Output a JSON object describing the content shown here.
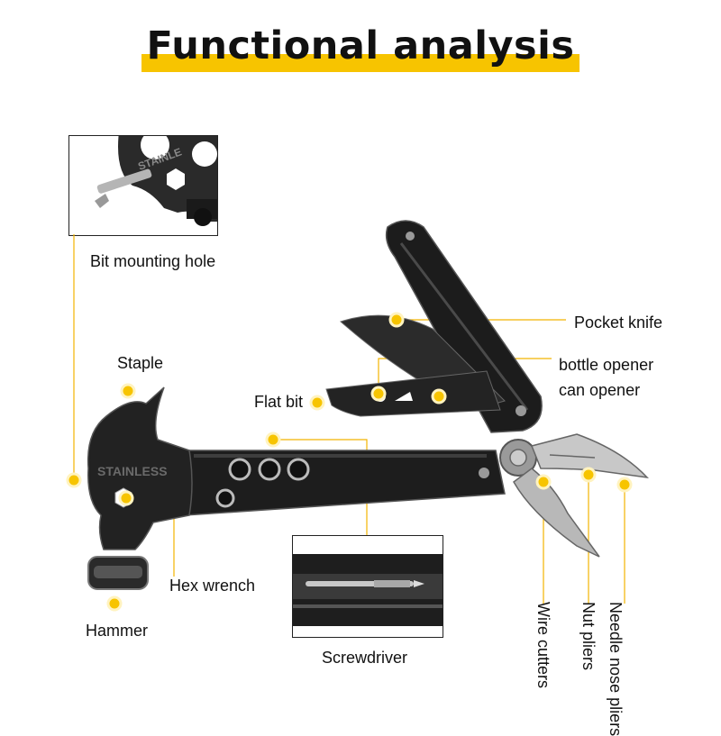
{
  "title": "Functional analysis",
  "accent_color": "#f7c400",
  "labels": {
    "bit_mounting_hole": "Bit mounting hole",
    "staple": "Staple",
    "flat_bit": "Flat bit",
    "pocket_knife": "Pocket knife",
    "bottle_opener": "bottle opener",
    "can_opener": "can opener",
    "hex_wrench": "Hex wrench",
    "hammer": "Hammer",
    "screwdriver": "Screwdriver",
    "wire_cutters": "Wire cutters",
    "nut_pliers": "Nut pliers",
    "needle_nose_pliers": "Needle nose pliers"
  },
  "tool_engraving": "STAINLESS"
}
